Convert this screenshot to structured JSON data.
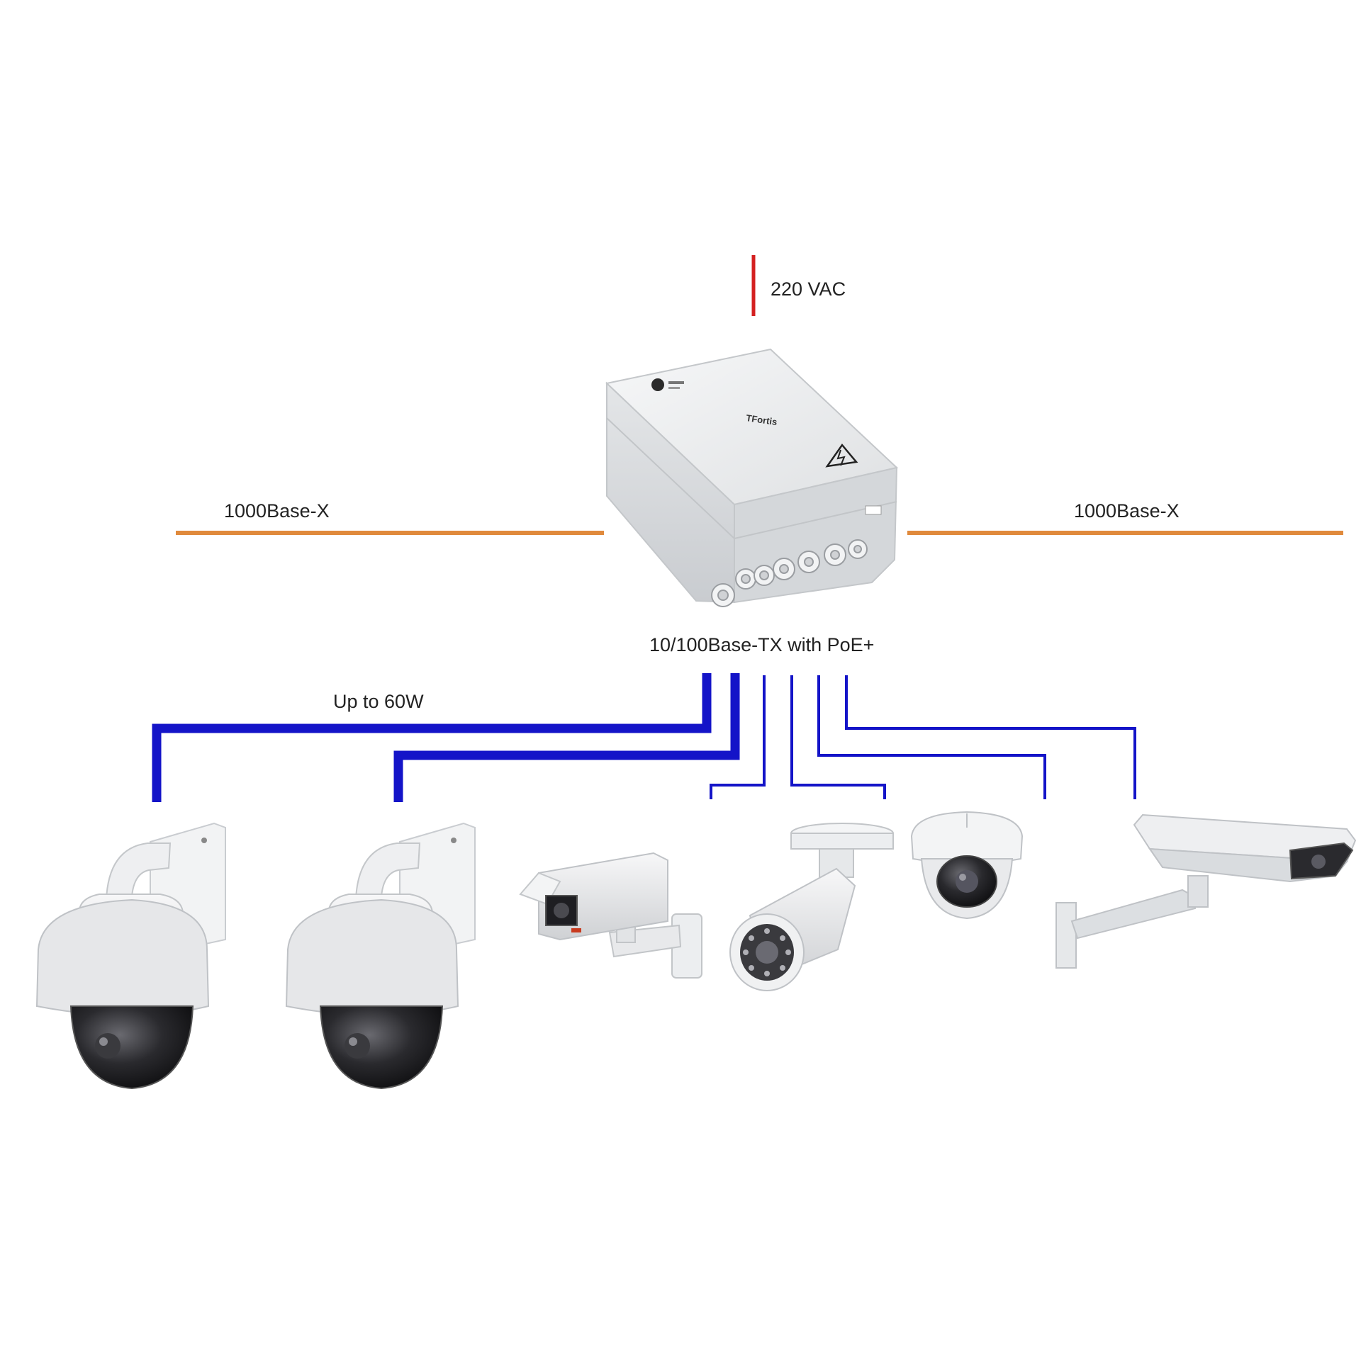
{
  "labels": {
    "power": "220 VAC",
    "uplink_left": "1000Base-X",
    "uplink_right": "1000Base-X",
    "ports": "10/100Base-TX with PoE+",
    "high_power": "Up to 60W",
    "switch_name": "TFortis"
  },
  "colors": {
    "power_line": "#d42020",
    "uplink_line": "#e08a3c",
    "poe_line": "#1414c8",
    "enclosure": "#e6e8ea",
    "camera_body": "#e9eaec",
    "lens": "#1e1e22"
  },
  "devices": {
    "switch": "outdoor PoE switch enclosure",
    "cameras": [
      "PTZ dome camera 1",
      "PTZ dome camera 2",
      "box camera with wall bracket",
      "bullet IR camera",
      "fixed dome camera",
      "box camera in outdoor housing"
    ]
  }
}
